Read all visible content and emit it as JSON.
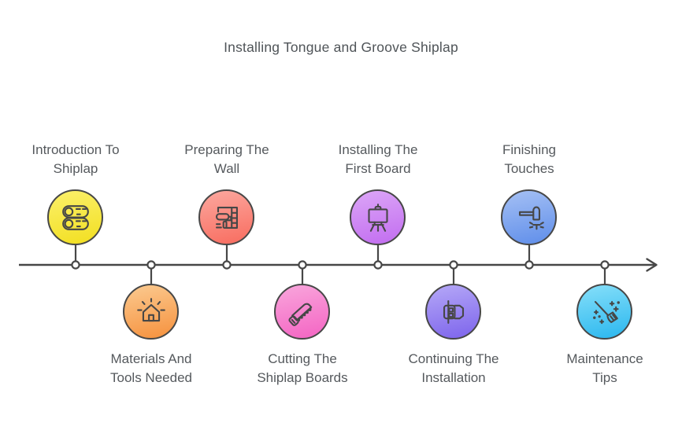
{
  "title": "Installing Tongue and Groove Shiplap",
  "colors": {
    "stroke": "#474747",
    "text": "#55595d",
    "background": "#ffffff"
  },
  "timeline": {
    "direction": "left-to-right",
    "node_count": 8
  },
  "steps": [
    {
      "label": "Introduction To Shiplap",
      "lines": [
        "Introduction To",
        "Shiplap"
      ],
      "position": "above",
      "icon": "wood-logs-icon",
      "color_light": "#FBF06B",
      "color_dark": "#F2DF20"
    },
    {
      "label": "Materials And Tools Needed",
      "lines": [
        "Materials And",
        "Tools Needed"
      ],
      "position": "below",
      "icon": "house-icon",
      "color_light": "#FBCA90",
      "color_dark": "#F6913D"
    },
    {
      "label": "Preparing The Wall",
      "lines": [
        "Preparing The",
        "Wall"
      ],
      "position": "above",
      "icon": "paint-roller-icon",
      "color_light": "#FCA89F",
      "color_dark": "#F86C5F"
    },
    {
      "label": "Cutting The Shiplap Boards",
      "lines": [
        "Cutting The",
        "Shiplap Boards"
      ],
      "position": "below",
      "icon": "handsaw-icon",
      "color_light": "#F9A6DC",
      "color_dark": "#F464C3"
    },
    {
      "label": "Installing The First Board",
      "lines": [
        "Installing The",
        "First Board"
      ],
      "position": "above",
      "icon": "easel-board-icon",
      "color_light": "#DCA6F7",
      "color_dark": "#C26DF0"
    },
    {
      "label": "Continuing The Installation",
      "lines": [
        "Continuing The",
        "Installation"
      ],
      "position": "below",
      "icon": "board-profile-icon",
      "color_light": "#B5A8F7",
      "color_dark": "#7D64EC"
    },
    {
      "label": "Finishing Touches",
      "lines": [
        "Finishing",
        "Touches"
      ],
      "position": "above",
      "icon": "hammer-nail-icon",
      "color_light": "#A5C0F4",
      "color_dark": "#5F8EEA"
    },
    {
      "label": "Maintenance Tips",
      "lines": [
        "Maintenance",
        "Tips"
      ],
      "position": "below",
      "icon": "broom-icon",
      "color_light": "#86DFF9",
      "color_dark": "#2AB7EF"
    }
  ]
}
